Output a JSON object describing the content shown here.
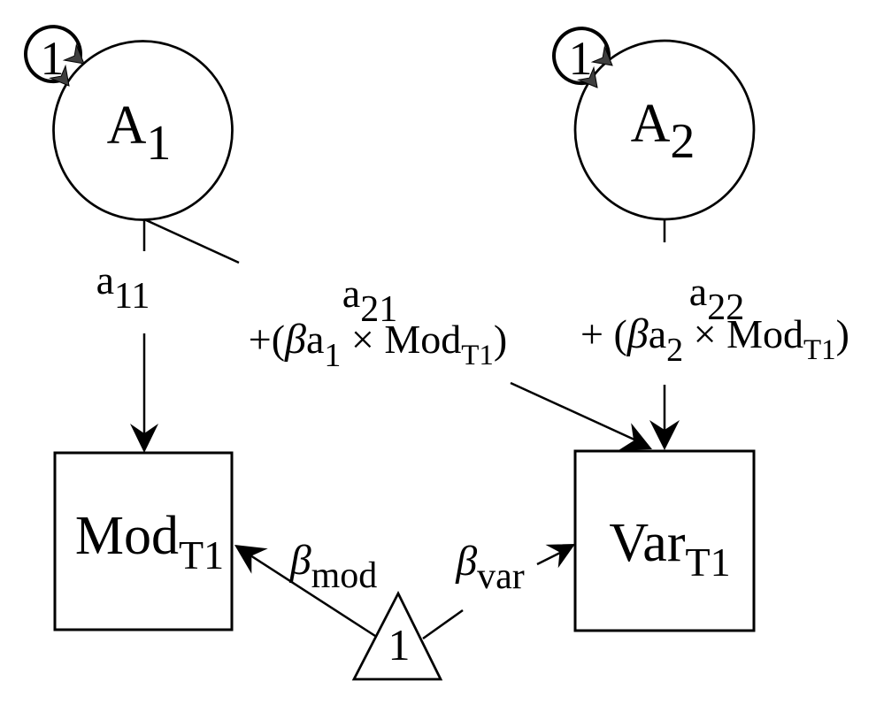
{
  "figure": {
    "colors": {
      "background": "#ffffff",
      "ink": "#000000",
      "loop_arrowhead_fill": "#3f3f3f"
    },
    "nodes": {
      "a1": {
        "main": "A",
        "sub": "1",
        "variance": "1"
      },
      "a2": {
        "main": "A",
        "sub": "2",
        "variance": "1"
      },
      "mod": {
        "main": "Mod",
        "sub": "T1"
      },
      "var": {
        "main": "Var",
        "sub": "T1"
      },
      "constant": {
        "label": "1"
      }
    },
    "labels": {
      "a11": {
        "main": "a",
        "sub": "11"
      },
      "a21": {
        "main": "a",
        "sub": "21",
        "eq": {
          "open": "+(",
          "beta": "β",
          "a": "a",
          "asub": "1",
          "times": " × ",
          "mod": "Mod",
          "modsub": "T1",
          "close": ")"
        }
      },
      "a22": {
        "main": "a",
        "sub": "22",
        "eq": {
          "open": "+ (",
          "beta": "β",
          "a": "a",
          "asub": "2",
          "times": " × ",
          "mod": "Mod",
          "modsub": "T1",
          "close": ")"
        }
      },
      "beta_mod": {
        "beta": "β",
        "sub": "mod"
      },
      "beta_var": {
        "beta": "β",
        "sub": "var"
      }
    }
  }
}
